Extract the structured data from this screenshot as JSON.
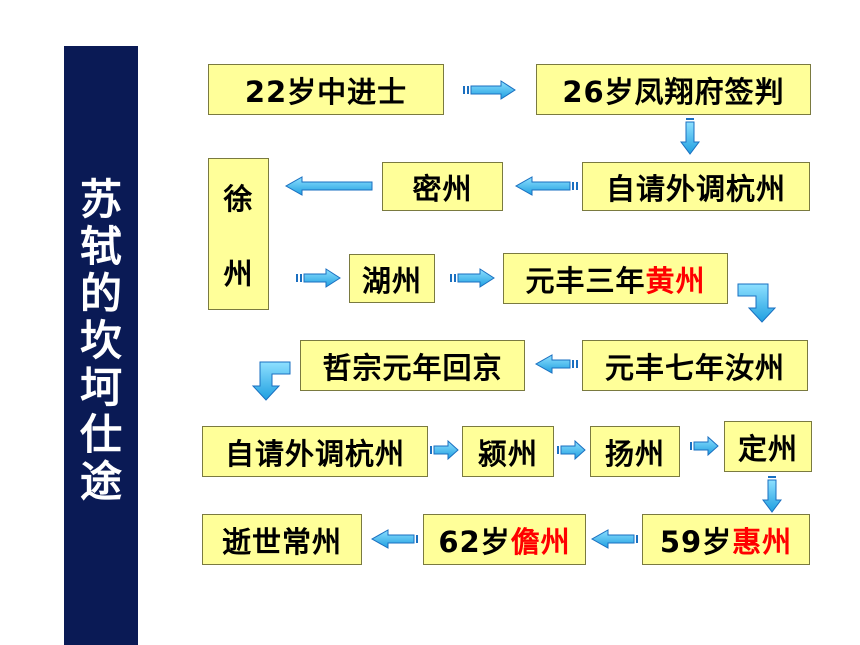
{
  "title": "苏轼的坎坷仕途",
  "colors": {
    "sidebar": "#0a1a55",
    "box": "#ffff99",
    "highlight": "#ff0000",
    "arrow": "#33b8ee"
  },
  "nodes": {
    "jinshi": {
      "text": "22岁中进士"
    },
    "fengxiang": {
      "text": "26岁凤翔府签判"
    },
    "hangzhou1": {
      "text": "自请外调杭州"
    },
    "mizhou": {
      "text": "密州"
    },
    "xuzhou": {
      "chars": [
        "徐",
        "州"
      ]
    },
    "huzhou": {
      "text": "湖州"
    },
    "huangzhou": {
      "prefix": "元丰三年",
      "highlight": "黄州"
    },
    "ruzhou": {
      "text": "元丰七年汝州"
    },
    "jingshi": {
      "text": "哲宗元年回京"
    },
    "hangzhou2": {
      "text": "自请外调杭州"
    },
    "yingzhou": {
      "text": "颍州"
    },
    "yangzhou": {
      "text": "扬州"
    },
    "dingzhou": {
      "text": "定州"
    },
    "huizhou": {
      "prefix": "59岁",
      "highlight": "惠州"
    },
    "danzhou": {
      "prefix": "62岁",
      "highlight": "儋州"
    },
    "changzhou": {
      "text": "逝世常州"
    }
  }
}
